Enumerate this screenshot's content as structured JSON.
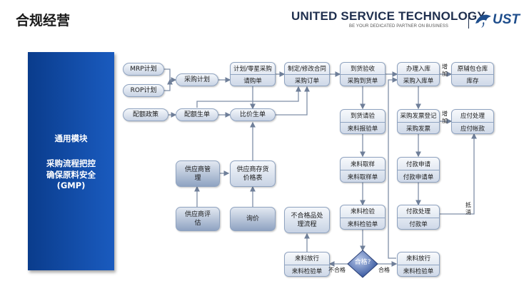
{
  "header": {
    "title": "合规经营",
    "brand_name": "UNITED SERVICE TECHNOLOGY",
    "brand_tagline": "BE YOUR DEDICATED PARTNER ON BUSINESS",
    "logo_text": "UST"
  },
  "panel": {
    "title": "通用模块",
    "lines": [
      "采购流程把控",
      "确保原料安全",
      "(GMP)"
    ]
  },
  "nodes": {
    "mrp": "MRP计划",
    "rop": "ROP计划",
    "quota_policy": "配额政策",
    "purchase_plan": "采购计划",
    "quota_order": "配额生单",
    "price_compare_order": "比价生单",
    "plan_top": "计划/零星采购",
    "plan_bottom": "请购单",
    "order_top": "制定/修改合同",
    "order_bottom": "采购订单",
    "arrival_top": "到货验收",
    "arrival_bottom": "采购到货单",
    "inspect_req_top": "到货请验",
    "inspect_req_bottom": "来料报验单",
    "sampling_top": "来料取样",
    "sampling_bottom": "来料取样单",
    "testing_top": "来料检验",
    "testing_bottom": "来料检验单",
    "warehousing_top": "办理入库",
    "warehousing_bottom": "采购入库单",
    "stock_top": "原辅包仓库",
    "stock_bottom": "库存",
    "invoice_top": "采购发票登记",
    "invoice_bottom": "采购发票",
    "payable_top": "应付处理",
    "payable_bottom": "应付帐款",
    "payreq_top": "付款申请",
    "payreq_bottom": "付款申请单",
    "payproc_top": "付款处理",
    "payproc_bottom": "付款单",
    "supplier_mgmt": "供应商管理",
    "supplier_eval": "供应商评估",
    "supplier_price": "供应商存货价格表",
    "inquiry": "询价",
    "nonconform": "不合格品处理流程",
    "release_left_top": "来料放行",
    "release_left_bottom": "来料检验单",
    "release_right_top": "来料放行",
    "release_right_bottom": "来料检验单",
    "qualified": "合格?"
  },
  "labels": {
    "add1": "增加",
    "add2": "增加",
    "offset": "抵消",
    "fail": "不合格",
    "pass": "合格"
  }
}
